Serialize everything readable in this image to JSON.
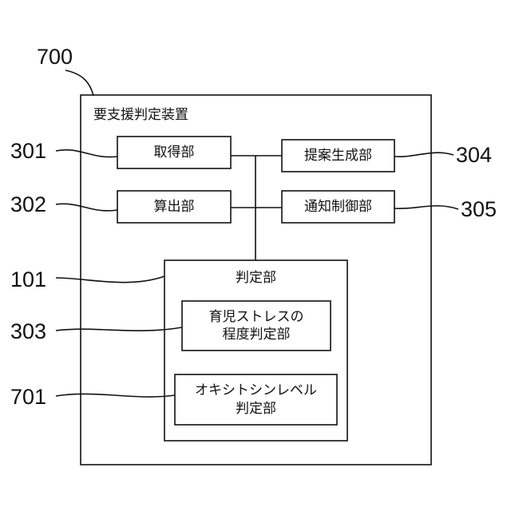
{
  "device": {
    "ref": "700",
    "title": "要支援判定装置"
  },
  "units": {
    "acquisition": {
      "ref": "301",
      "label": "取得部"
    },
    "calculation": {
      "ref": "302",
      "label": "算出部"
    },
    "proposal": {
      "ref": "304",
      "label": "提案生成部"
    },
    "notification": {
      "ref": "305",
      "label": "通知制御部"
    },
    "judgment": {
      "ref": "101",
      "label": "判定部"
    },
    "stress": {
      "ref": "303",
      "line1": "育児ストレスの",
      "line2": "程度判定部"
    },
    "oxytocin": {
      "ref": "701",
      "line1": "オキシトシンレベル",
      "line2": "判定部"
    }
  }
}
